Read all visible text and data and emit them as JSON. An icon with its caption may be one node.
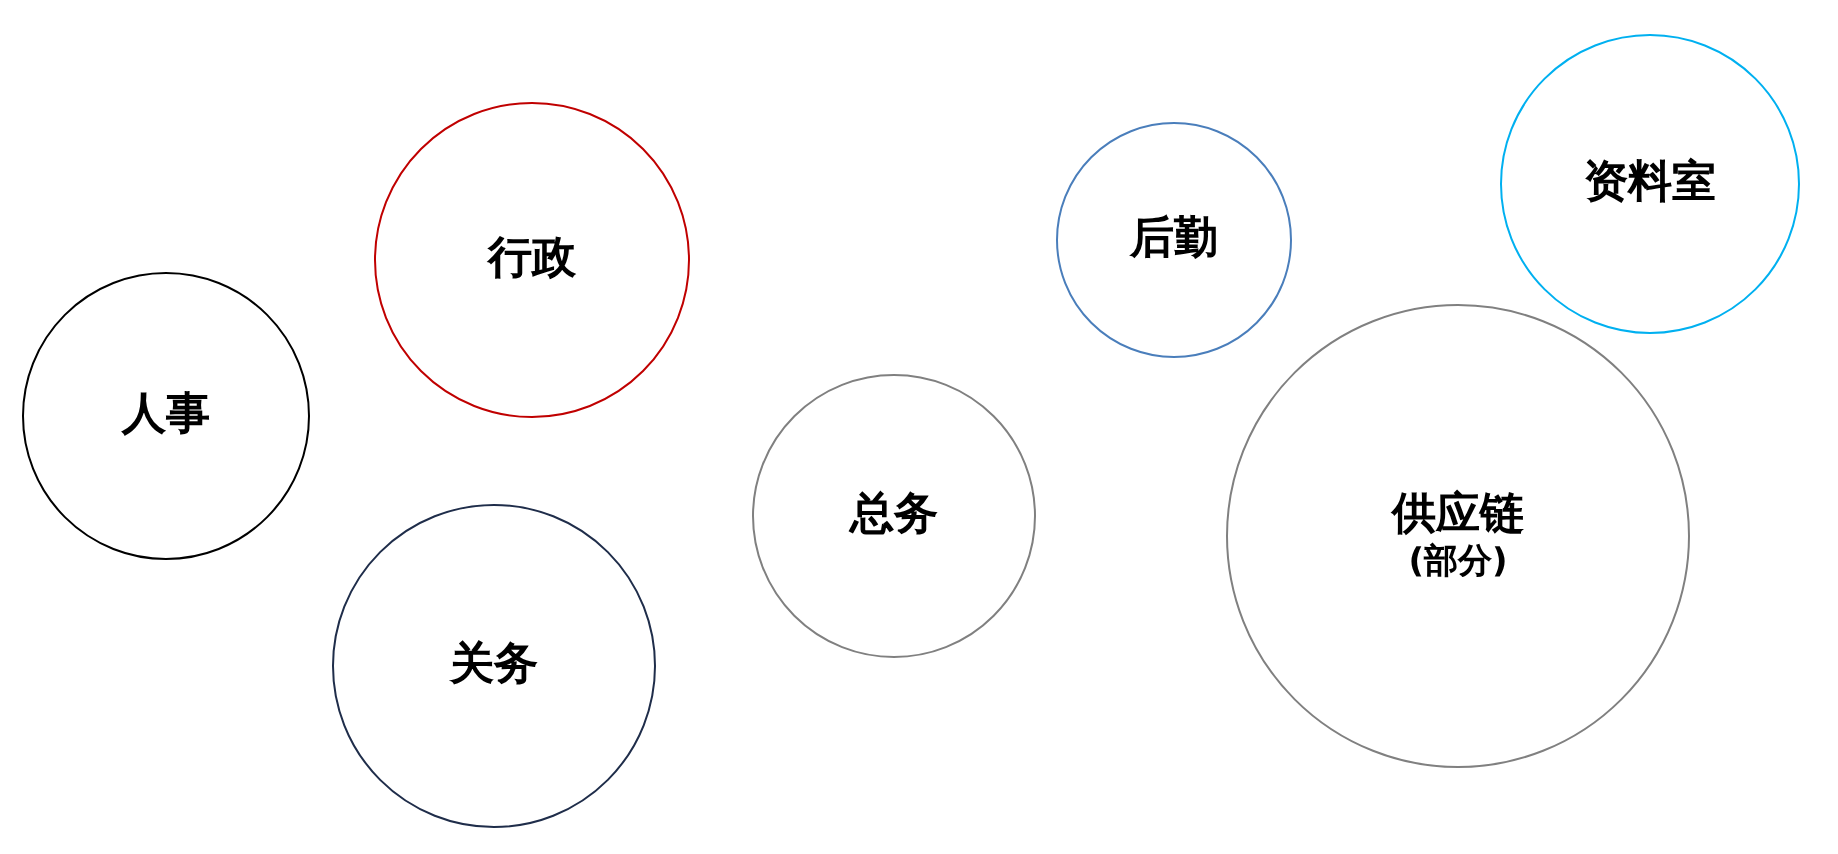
{
  "diagram": {
    "nodes": [
      {
        "text": [
          "人事"
        ]
      },
      {
        "text": [
          "行政"
        ]
      },
      {
        "text": [
          "关务"
        ]
      },
      {
        "text": [
          "总务"
        ]
      },
      {
        "text": [
          "后勤"
        ]
      },
      {
        "text": [
          "资料室"
        ]
      },
      {
        "text": [
          "供应链",
          "(部分)"
        ]
      }
    ]
  }
}
